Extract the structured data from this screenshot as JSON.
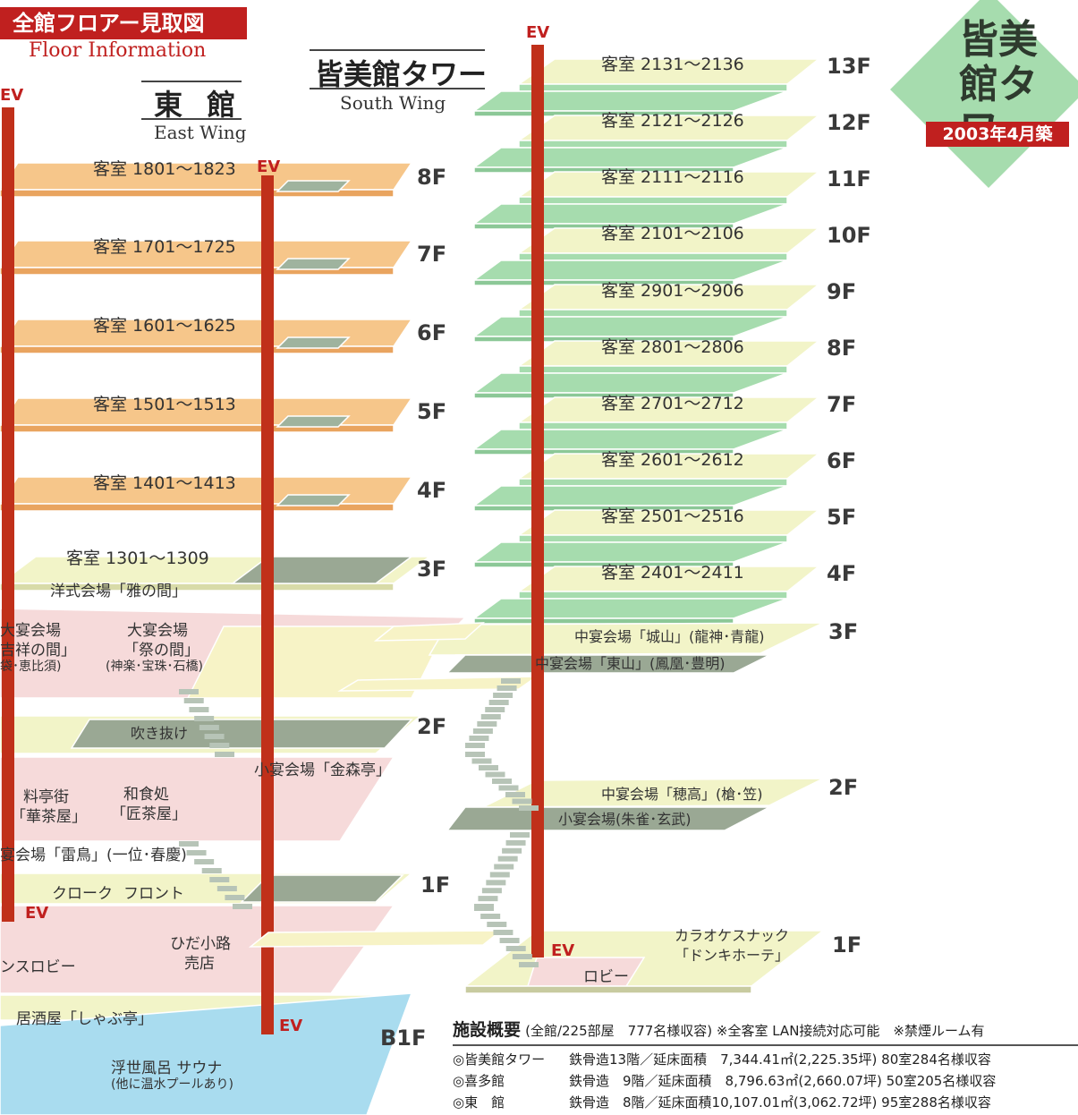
{
  "header": {
    "title": "全館フロアー見取図",
    "subtitle": "Floor Information"
  },
  "east_wing": {
    "name": "東 館",
    "name_en": "East Wing",
    "floors": [
      {
        "floor": "8F",
        "room": "客室 1801～1823"
      },
      {
        "floor": "7F",
        "room": "客室 1701～1725"
      },
      {
        "floor": "6F",
        "room": "客室 1601～1625"
      },
      {
        "floor": "5F",
        "room": "客室 1501～1513"
      },
      {
        "floor": "4F",
        "room": "客室 1401～1413"
      },
      {
        "floor": "3F",
        "room": "客室 1301～1309"
      },
      {
        "floor": "2F",
        "room": ""
      },
      {
        "floor": "1F",
        "room": ""
      },
      {
        "floor": "B1F",
        "room": ""
      }
    ],
    "labels": {
      "banquet_western": "洋式会場「雅の間」",
      "banquet_kissho_1": "大宴会場",
      "banquet_kissho_2": "吉祥の間」",
      "banquet_kissho_3": "袋･恵比須)",
      "banquet_matsuri_1": "大宴会場",
      "banquet_matsuri_2": "「祭の間」",
      "banquet_matsuri_3": "(神楽･宝珠･石橋)",
      "atrium": "吹き抜け",
      "small_banquet": "小宴会場「金森亭」",
      "ryotei_1": "料亭街",
      "ryotei_2": "「華茶屋」",
      "washoku_1": "和食処",
      "washoku_2": "「匠茶屋」",
      "raicho": "宴会場「雷鳥」(一位･春慶)",
      "cloak": "クローク",
      "front": "フロント",
      "lobby": "ンスロビー",
      "hida_1": "ひだ小路",
      "hida_2": "売店",
      "izakaya": "居酒屋「しゃぶ亭」",
      "bath_1": "浮世風呂 サウナ",
      "bath_2": "(他に温水プールあり)"
    }
  },
  "tower": {
    "name": "皆美館タワー",
    "name_en": "South Wing",
    "badge": "皆美館タワー",
    "badge_year": "2003年4月築",
    "floors": [
      {
        "floor": "13F",
        "room": "客室 2131～2136"
      },
      {
        "floor": "12F",
        "room": "客室 2121～2126"
      },
      {
        "floor": "11F",
        "room": "客室 2111～2116"
      },
      {
        "floor": "10F",
        "room": "客室 2101～2106"
      },
      {
        "floor": "9F",
        "room": "客室 2901～2906"
      },
      {
        "floor": "8F",
        "room": "客室 2801～2806"
      },
      {
        "floor": "7F",
        "room": "客室 2701～2712"
      },
      {
        "floor": "6F",
        "room": "客室 2601～2612"
      },
      {
        "floor": "5F",
        "room": "客室 2501～2516"
      },
      {
        "floor": "4F",
        "room": "客室 2401～2411"
      },
      {
        "floor": "3F",
        "room": ""
      },
      {
        "floor": "2F",
        "room": ""
      },
      {
        "floor": "1F",
        "room": ""
      }
    ],
    "labels": {
      "shiroyama": "中宴会場「城山」(龍神･青龍)",
      "higashiyama": "中宴会場「東山」(鳳凰･豊明)",
      "hotaka": "中宴会場「穂高」(槍･笠)",
      "small_banquet": "小宴会場(朱雀･玄武)",
      "karaoke_1": "カラオケスナック",
      "karaoke_2": "「ドンキホーテ」",
      "lobby": "ロビー"
    }
  },
  "ev_label": "EV",
  "facility": {
    "heading": "施設概要",
    "summary": "(全館/225部屋　777名様収容) ※全客室 LAN接続対応可能　※禁煙ルーム有",
    "rows": [
      {
        "name": "◎皆美館タワー",
        "spec": "鉄骨造13階／延床面積　7,344.41㎡(2,225.35坪) 80室284名様収容"
      },
      {
        "name": "◎喜多館",
        "spec": "鉄骨造　9階／延床面積　8,796.63㎡(2,660.07坪) 50室205名様収容"
      },
      {
        "name": "◎東　館",
        "spec": "鉄骨造　8階／延床面積10,107.01㎡(3,062.72坪) 95室288名様収容"
      }
    ]
  },
  "colors": {
    "east_slab": "#f6c68a",
    "east_low": "#f6dada",
    "tower_slab": "#a6dcae",
    "tower_low": "#f2f4c8",
    "ev_shaft": "#c0301a",
    "bath": "#a9dcef",
    "accent": "#c0201f"
  }
}
